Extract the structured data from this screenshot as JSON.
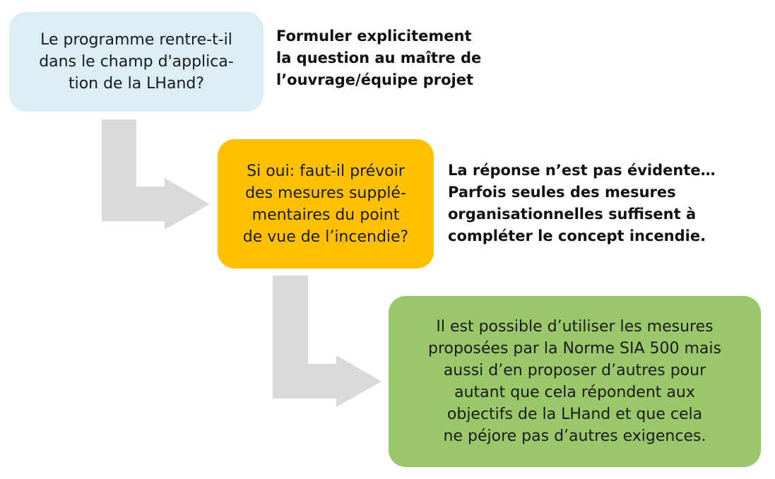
{
  "steps": [
    {
      "lines": [
        "Le programme rentre-t-il",
        "dans le champ d'applica-",
        "tion de la LHand?"
      ],
      "color": "#daeef3"
    },
    {
      "lines": [
        "Si oui: faut-il prévoir",
        "des mesures supplé-",
        "mentaires du point",
        "de vue de l’incendie?"
      ],
      "color": "#ffc000"
    },
    {
      "lines": [
        "Il est possible d’utiliser les mesures",
        "proposées par la Norme SIA 500 mais",
        "aussi d’en proposer d’autres pour",
        "autant que cela répondent aux",
        "objectifs de la LHand et que cela",
        "ne péjore pas d’autres exigences."
      ],
      "color": "#9bc76b"
    }
  ],
  "notes": [
    {
      "lines": [
        "Formuler explicitement",
        "la question au maître de",
        "l’ouvrage/équipe projet"
      ]
    },
    {
      "lines": [
        "La réponse n’est pas évidente…",
        "Parfois seules des mesures",
        "organisationnelles suffisent à",
        "compléter le concept incendie."
      ]
    }
  ],
  "arrow_color": "#d9d9d9"
}
